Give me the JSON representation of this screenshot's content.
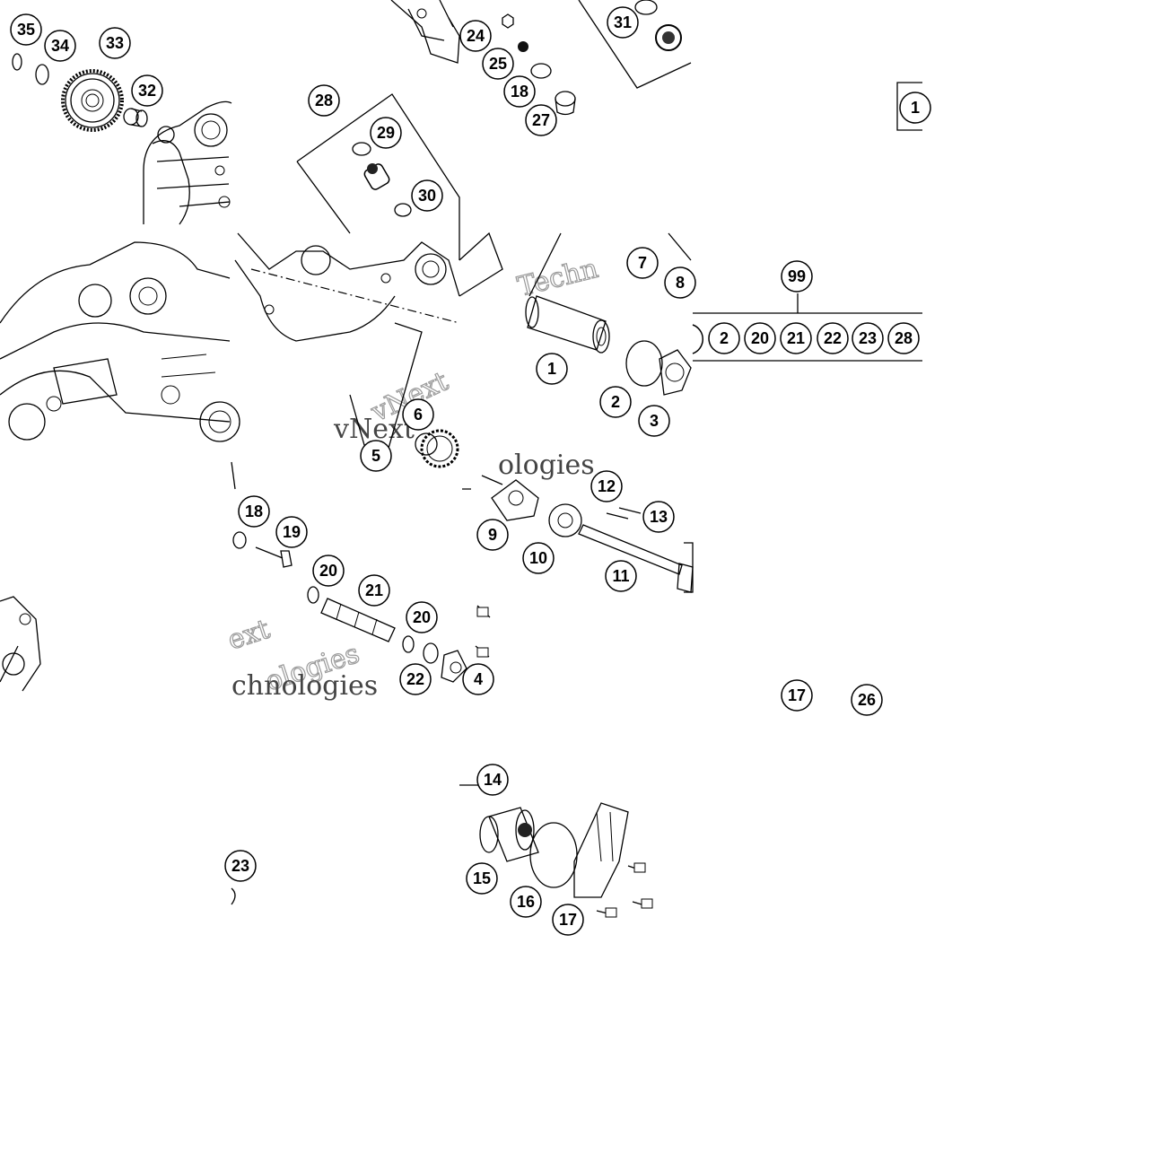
{
  "diagram": {
    "callouts": [
      {
        "id": "c35",
        "text": "35"
      },
      {
        "id": "c34",
        "text": "34"
      },
      {
        "id": "c33",
        "text": "33"
      },
      {
        "id": "c32",
        "text": "32"
      },
      {
        "id": "c28a",
        "text": "28"
      },
      {
        "id": "c29",
        "text": "29"
      },
      {
        "id": "c30",
        "text": "30"
      },
      {
        "id": "c24",
        "text": "24"
      },
      {
        "id": "c25",
        "text": "25"
      },
      {
        "id": "c18a",
        "text": "18"
      },
      {
        "id": "c27",
        "text": "27"
      },
      {
        "id": "c31",
        "text": "31"
      },
      {
        "id": "c1top",
        "text": "1"
      },
      {
        "id": "c99",
        "text": "99"
      },
      {
        "id": "c7",
        "text": "7"
      },
      {
        "id": "c8",
        "text": "8"
      },
      {
        "id": "c1",
        "text": "1"
      },
      {
        "id": "c2",
        "text": "2"
      },
      {
        "id": "c3",
        "text": "3"
      },
      {
        "id": "c6",
        "text": "6"
      },
      {
        "id": "c5",
        "text": "5"
      },
      {
        "id": "c18b",
        "text": "18"
      },
      {
        "id": "c19",
        "text": "19"
      },
      {
        "id": "c20a",
        "text": "20"
      },
      {
        "id": "c21",
        "text": "21"
      },
      {
        "id": "c20b",
        "text": "20"
      },
      {
        "id": "c22",
        "text": "22"
      },
      {
        "id": "c4",
        "text": "4"
      },
      {
        "id": "c12",
        "text": "12"
      },
      {
        "id": "c13",
        "text": "13"
      },
      {
        "id": "c9",
        "text": "9"
      },
      {
        "id": "c10",
        "text": "10"
      },
      {
        "id": "c11",
        "text": "11"
      },
      {
        "id": "c17a",
        "text": "17"
      },
      {
        "id": "c26",
        "text": "26"
      },
      {
        "id": "c14",
        "text": "14"
      },
      {
        "id": "c15",
        "text": "15"
      },
      {
        "id": "c16",
        "text": "16"
      },
      {
        "id": "c17b",
        "text": "17"
      },
      {
        "id": "c23",
        "text": "23"
      }
    ],
    "kit_row": [
      "2",
      "20",
      "21",
      "22",
      "23",
      "28"
    ],
    "watermarks": [
      {
        "id": "w1",
        "text": "Techn"
      },
      {
        "id": "w2",
        "text": "vNext"
      },
      {
        "id": "w3",
        "text": "vNext"
      },
      {
        "id": "w4",
        "text": "ologies"
      },
      {
        "id": "w5",
        "text": "ext"
      },
      {
        "id": "w6",
        "text": "ologies"
      },
      {
        "id": "w7",
        "text": "chnologies"
      }
    ]
  }
}
